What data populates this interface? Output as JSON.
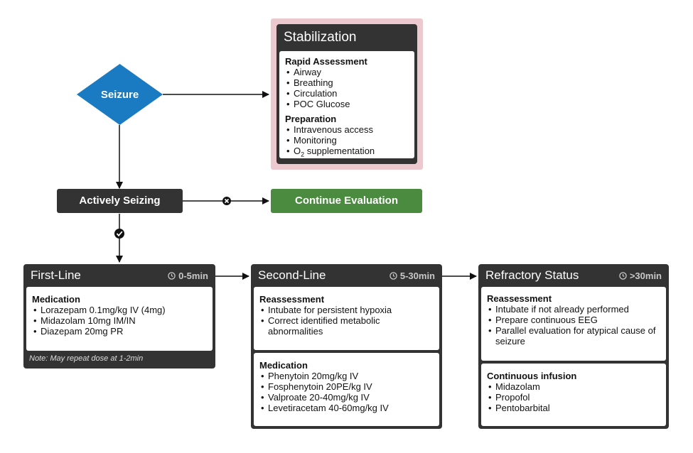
{
  "seizure": {
    "label": "Seizure"
  },
  "actively_seizing": {
    "label": "Actively Seizing"
  },
  "continue_evaluation": {
    "label": "Continue Evaluation"
  },
  "stabilization": {
    "title": "Stabilization",
    "rapid_assessment": {
      "heading": "Rapid Assessment",
      "items": [
        "Airway",
        "Breathing",
        "Circulation",
        "POC Glucose"
      ]
    },
    "preparation": {
      "heading": "Preparation",
      "items": [
        "Intravenous access",
        "Monitoring"
      ],
      "o2_prefix": "O",
      "o2_sub": "2",
      "o2_suffix": " supplementation"
    }
  },
  "first_line": {
    "title": "First-Line",
    "time": "0-5min",
    "medication": {
      "heading": "Medication",
      "items": [
        "Lorazepam 0.1mg/kg IV (4mg)",
        "Midazolam 10mg IM/IN",
        "Diazepam 20mg PR"
      ]
    },
    "note": "Note: May repeat dose at 1-2min"
  },
  "second_line": {
    "title": "Second-Line",
    "time": "5-30min",
    "reassessment": {
      "heading": "Reassessment",
      "items": [
        "Intubate for persistent hypoxia",
        "Correct identified metabolic abnormalities"
      ]
    },
    "medication": {
      "heading": "Medication",
      "items": [
        "Phenytoin 20mg/kg IV",
        "Fosphenytoin 20PE/kg IV",
        "Valproate 20-40mg/kg IV",
        "Levetiracetam 40-60mg/kg IV"
      ]
    }
  },
  "refractory": {
    "title": "Refractory Status",
    "time": ">30min",
    "reassessment": {
      "heading": "Reassessment",
      "items": [
        "Intubate if not already performed",
        "Prepare continuous EEG",
        "Parallel evaluation for atypical cause of seizure"
      ]
    },
    "continuous_infusion": {
      "heading": "Continuous infusion",
      "items": [
        "Midazolam",
        "Propofol",
        "Pentobarbital"
      ]
    }
  }
}
